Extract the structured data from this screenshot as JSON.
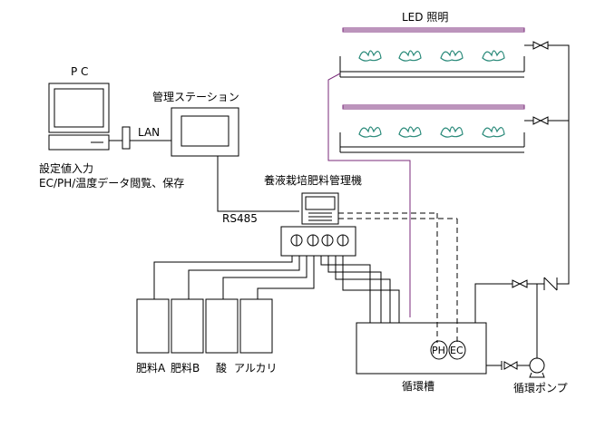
{
  "labels": {
    "led": "LED 照明",
    "pc": "P C",
    "station": "管理ステーション",
    "lan": "LAN",
    "settings_line1": "設定値入力",
    "settings_line2": "EC/PH/温度データ閲覧、保存",
    "controller": "養液栽培肥料管理機",
    "rs485": "RS485",
    "tank_a": "肥料A",
    "tank_b": "肥料B",
    "tank_acid": "酸",
    "tank_alkali": "アルカリ",
    "reservoir": "循環槽",
    "pump": "循環ポンプ",
    "ph_sensor": "PH",
    "ec_sensor": "EC"
  },
  "colors": {
    "line": "#000000",
    "led_bar": "#7a2a7a",
    "plant": "#2a8a7a"
  },
  "icons": [
    "pc-monitor-icon",
    "valve-icon",
    "pump-icon",
    "plant-icon"
  ]
}
